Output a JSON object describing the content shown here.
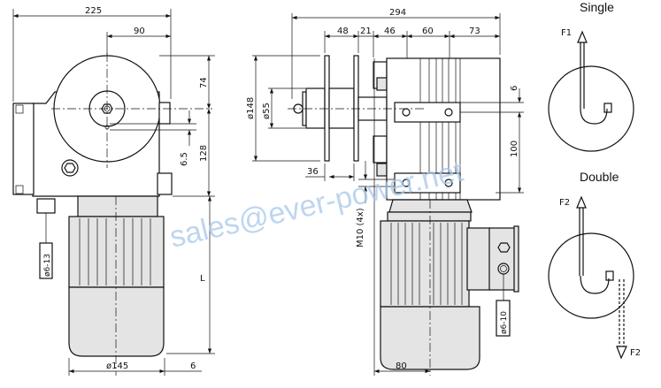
{
  "left_view": {
    "dim_overall_width": "225",
    "dim_center_offset": "90",
    "dim_top_height": "74",
    "dim_lower_height": "128",
    "dim_keyway": "6.5",
    "dim_motor_length": "L",
    "dim_motor_diameter": "ø145",
    "dim_small_offset": "6",
    "cable_gland": "ø6-13"
  },
  "middle_view": {
    "dim_overall_length": "294",
    "dim_segments": [
      "48",
      "21",
      "46",
      "60",
      "73"
    ],
    "dim_plate_diameter": "ø148",
    "dim_hub_diameter": "ø55",
    "dim_plate_thickness": "36",
    "dim_top_offset": "6",
    "dim_bolt_spacing": "100",
    "bolt_spec": "M10 (4x)",
    "dim_motor_offset": "80",
    "cable_gland": "ø6-10"
  },
  "right_view": {
    "single_title": "Single",
    "single_force": "F1",
    "double_title": "Double",
    "double_force_top": "F2",
    "double_force_bottom": "F2"
  },
  "watermark": "sales@ever-power.net"
}
